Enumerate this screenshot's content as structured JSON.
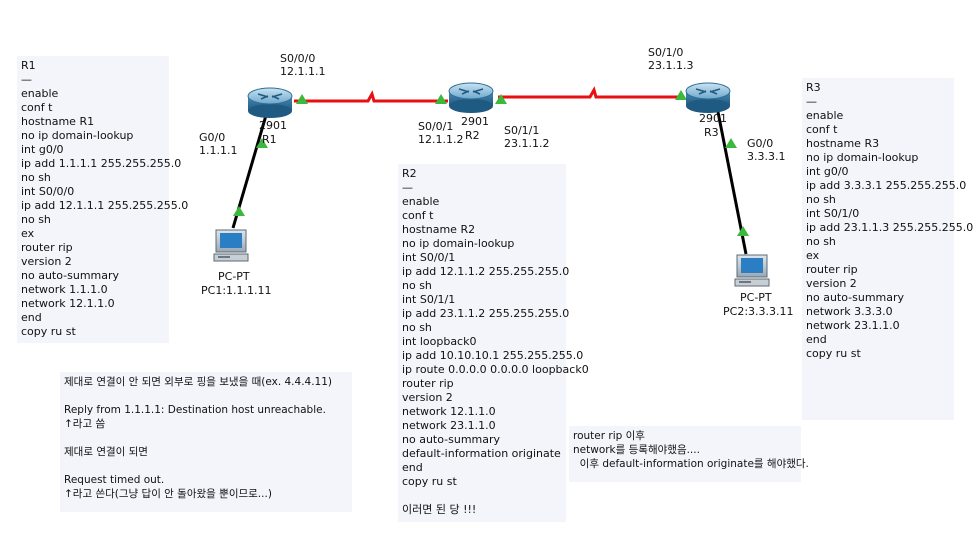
{
  "notes": {
    "r1": [
      "R1",
      "—",
      "enable",
      "conf t",
      "hostname R1",
      "no ip domain-lookup",
      "int g0/0",
      "ip add 1.1.1.1 255.255.255.0",
      "no sh",
      "int S0/0/0",
      "ip add 12.1.1.1 255.255.255.0",
      "no sh",
      "ex",
      "router rip",
      "version 2",
      "no auto-summary",
      "network 1.1.1.0",
      "network 12.1.1.0",
      "end",
      "copy ru st"
    ],
    "r2": [
      "R2",
      "—",
      "enable",
      "conf t",
      "hostname R2",
      "no ip domain-lookup",
      "int S0/0/1",
      "ip add 12.1.1.2 255.255.255.0",
      "no sh",
      "int S0/1/1",
      "ip add 23.1.1.2 255.255.255.0",
      "no sh",
      "int loopback0",
      "ip add 10.10.10.1 255.255.255.0",
      "ip route 0.0.0.0 0.0.0.0 loopback0",
      "router rip",
      "version 2",
      "network 12.1.1.0",
      "network 23.1.1.0",
      "no auto-summary",
      "default-information originate",
      "end",
      "copy ru st",
      "",
      "이러면 된 당 !!!"
    ],
    "r3": [
      "R3",
      "—",
      "enable",
      "conf t",
      "hostname R3",
      "no ip domain-lookup",
      "int g0/0",
      "ip add 3.3.3.1 255.255.255.0",
      "no sh",
      "int S0/1/0",
      "ip add 23.1.1.3 255.255.255.0",
      "no sh",
      "ex",
      "router rip",
      "version 2",
      "no auto-summary",
      "network 3.3.3.0",
      "network 23.1.1.0",
      "end",
      "copy ru st"
    ],
    "ping": [
      "제대로 연결이 안 되면 외부로 핑을 보냈을 때(ex. 4.4.4.11)",
      "",
      "Reply from 1.1.1.1: Destination host unreachable.",
      "↑라고 씀",
      "",
      "제대로 연결이 되면",
      "",
      "Request timed out.",
      "↑라고 쓴다(그냥 답이 안 돌아왔을 뿐이므로...)"
    ],
    "rip": [
      "router rip 이후",
      "network를 등록해야했음....",
      "  이후 default-information originate를 해야했다."
    ]
  },
  "labels": {
    "r1_s000": "S0/0/0\n12.1.1.1",
    "r1_g00": "G0/0\n1.1.1.1",
    "r1_model": "2901",
    "r1_name": "R1",
    "r2_model": "2901",
    "r2_name": "R2",
    "r2_s001": "S0/0/1\n12.1.1.2",
    "r2_s011": "S0/1/1\n23.1.1.2",
    "r3_s010": "S0/1/0\n23.1.1.3",
    "r3_model": "2901",
    "r3_name": "R3",
    "r3_g00": "G0/0\n3.3.3.1",
    "pc1_type": "PC-PT",
    "pc1_name": "PC1:1.1.1.11",
    "pc2_type": "PC-PT",
    "pc2_name": "PC2:3.3.3.11"
  },
  "colors": {
    "serial_link": "#e81010",
    "ethernet_link": "#000000",
    "link_up": "#3cb83c",
    "router": "#3d7fa8",
    "note_bg": "#f4f5fb"
  },
  "icons": [
    "router-icon",
    "pc-icon",
    "link-up-triangle-icon"
  ]
}
